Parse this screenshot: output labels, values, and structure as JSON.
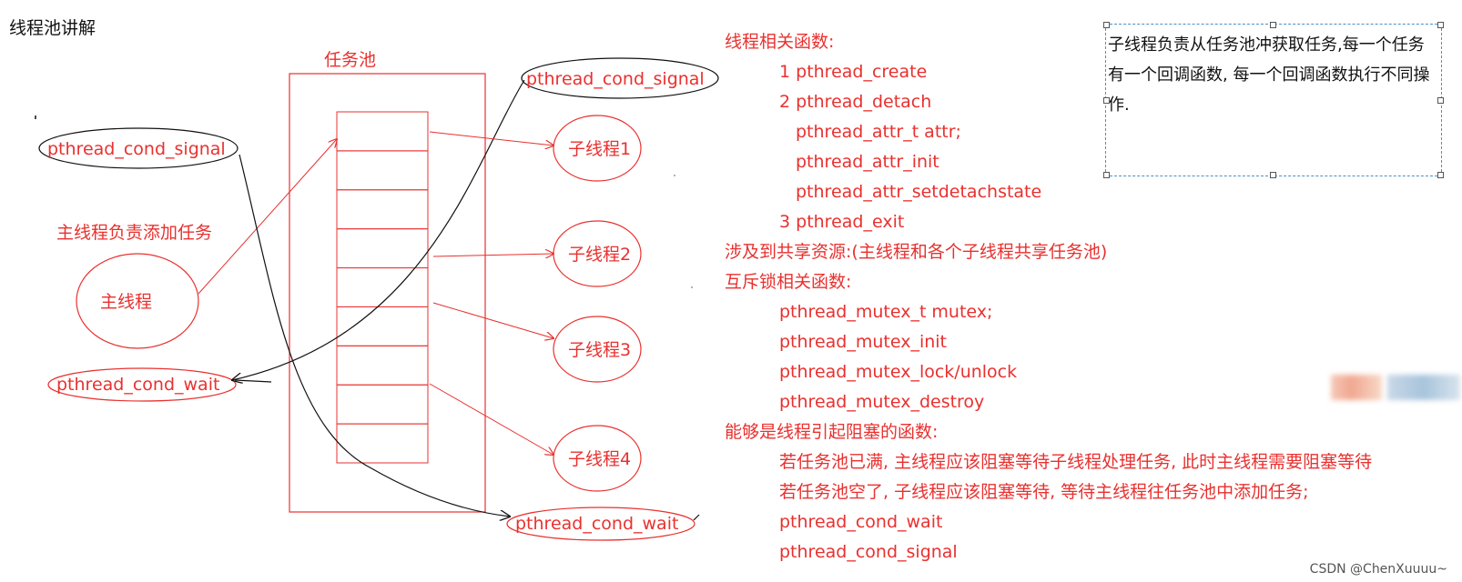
{
  "page_title": "线程池讲解",
  "diagram": {
    "pool_label": "任务池",
    "pool_slots": 9,
    "main_thread_caption": "主线程负责添加任务",
    "main_thread": "主线程",
    "left_signal": "pthread_cond_signal",
    "left_wait": "pthread_cond_wait",
    "top_signal": "pthread_cond_signal",
    "bottom_wait": "pthread_cond_wait",
    "workers": [
      "子线程1",
      "子线程2",
      "子线程3",
      "子线程4"
    ]
  },
  "notes": [
    "线程相关函数:",
    "1 pthread_create",
    "2 pthread_detach",
    "pthread_attr_t attr;",
    "pthread_attr_init",
    "pthread_attr_setdetachstate",
    "3 pthread_exit",
    "涉及到共享资源:(主线程和各个子线程共享任务池)",
    "互斥锁相关函数:",
    "pthread_mutex_t mutex;",
    "pthread_mutex_init",
    "pthread_mutex_lock/unlock",
    "pthread_mutex_destroy",
    "能够是线程引起阻塞的函数:",
    "若任务池已满, 主线程应该阻塞等待子线程处理任务, 此时主线程需要阻塞等待",
    "若任务池空了, 子线程应该阻塞等待, 等待主线程往任务池中添加任务;",
    "pthread_cond_wait",
    "pthread_cond_signal"
  ],
  "textbox": "子线程负责从任务池冲获取任务,每一个任务有一个回调函数, 每一个回调函数执行不同操作.",
  "watermark": "CSDN @ChenXuuuu~",
  "colors": {
    "red": "#e8312f",
    "black": "#111111",
    "selection": "#4a90c8"
  }
}
